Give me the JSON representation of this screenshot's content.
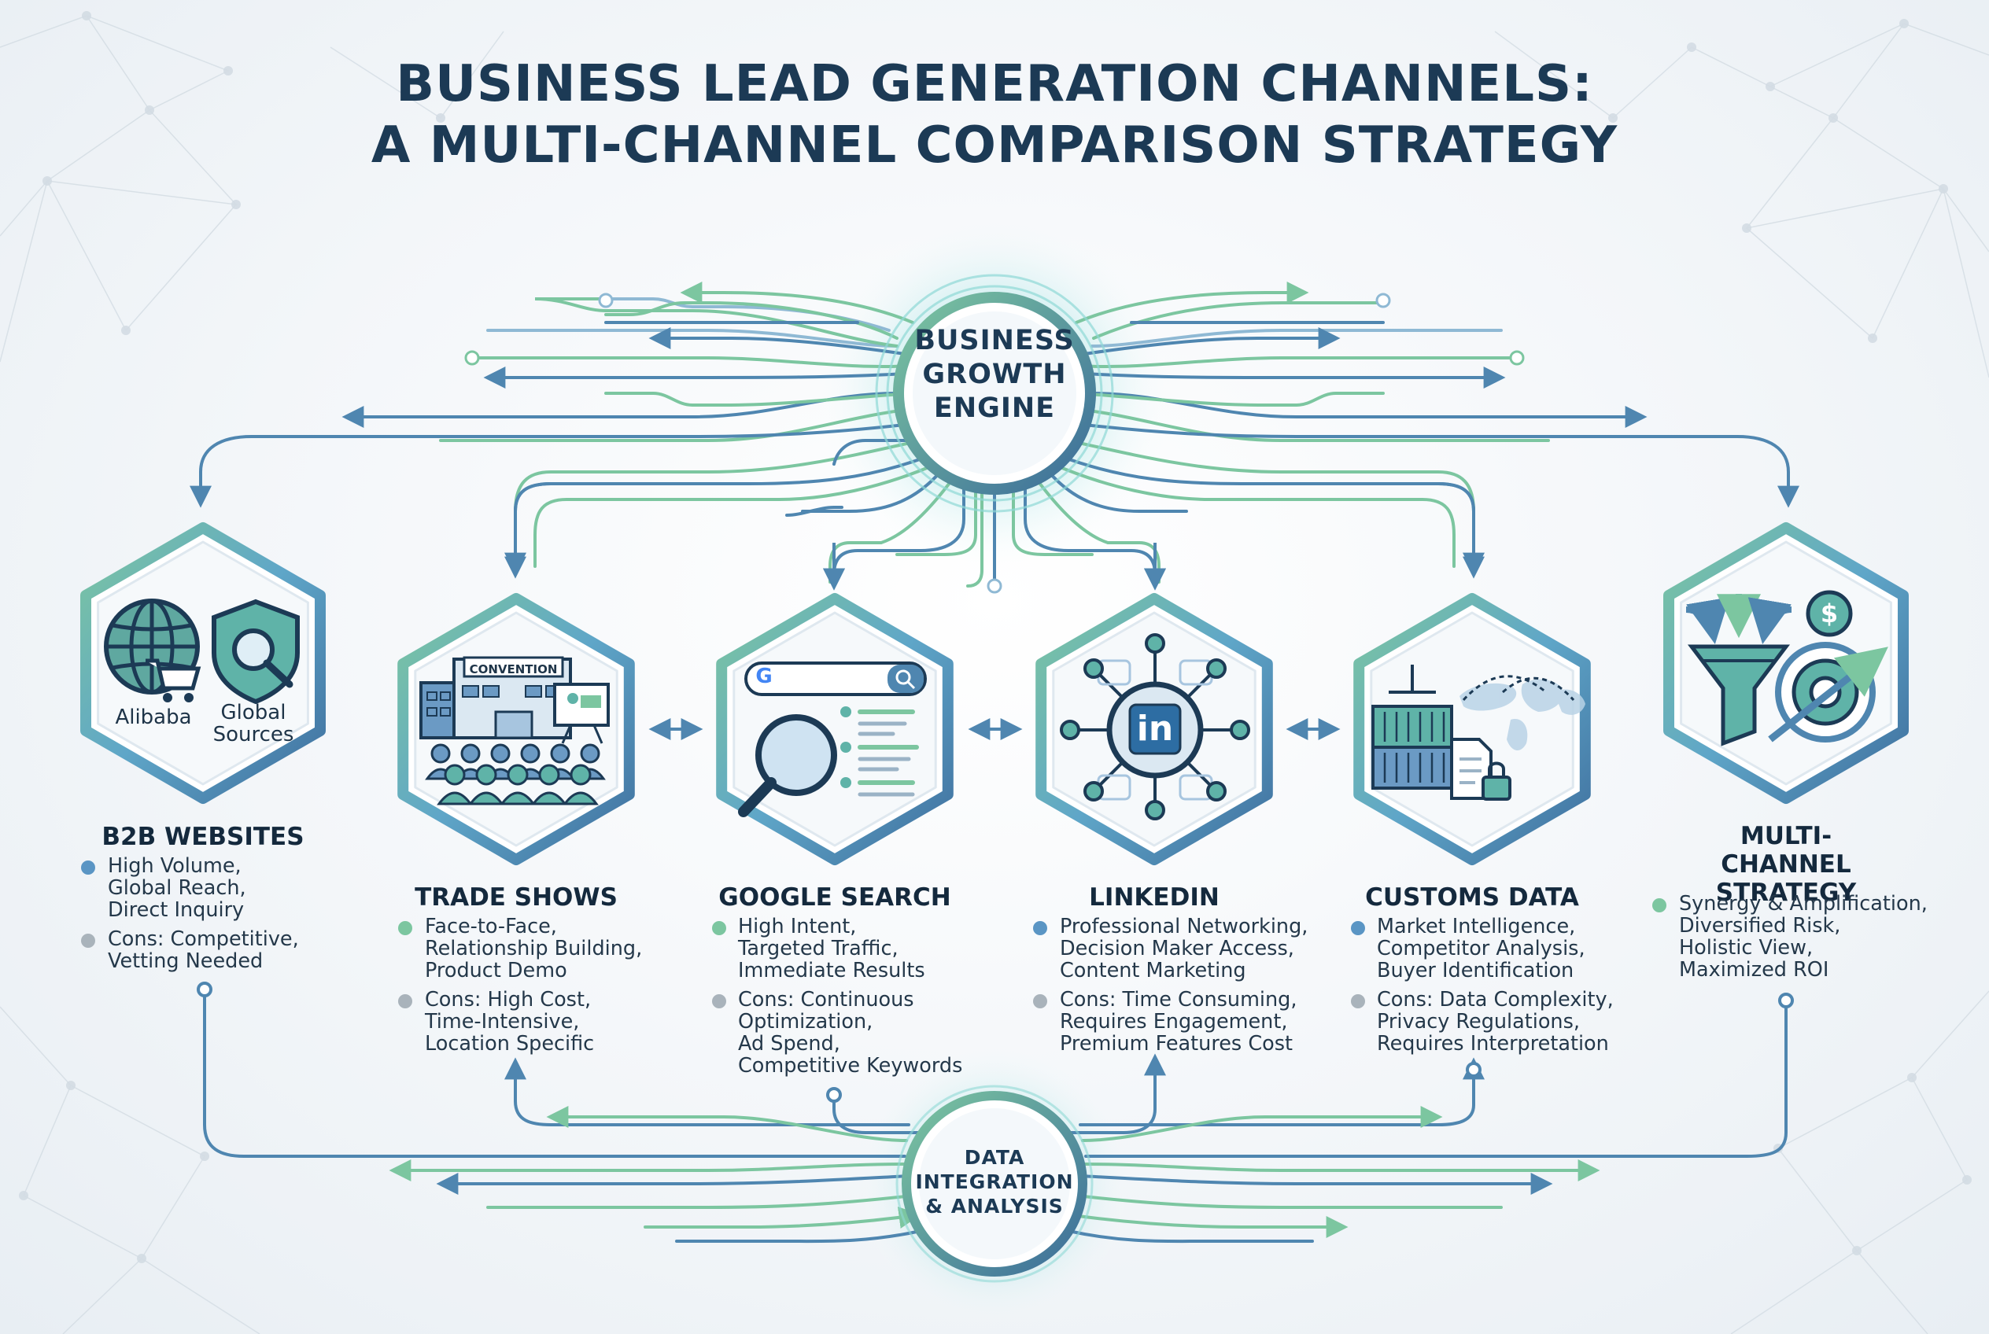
{
  "title": {
    "line1": "BUSINESS LEAD GENERATION CHANNELS:",
    "line2": "A MULTI-CHANNEL COMPARISON STRATEGY"
  },
  "hubs": {
    "top": {
      "line1": "BUSINESS",
      "line2": "GROWTH",
      "line3": "ENGINE"
    },
    "bottom": {
      "line1": "DATA",
      "line2": "INTEGRATION",
      "line3": "& ANALYSIS"
    }
  },
  "colors": {
    "navy": "#1c3a55",
    "blue": "#4a86b5",
    "green": "#7cc6a0",
    "teal": "#5fb3a8",
    "gray_dot": "#a9b3bb",
    "blue_dot": "#5a95c4",
    "green_dot": "#7cc6a0"
  },
  "channels": [
    {
      "title": "B2B WEBSITES",
      "icons": [
        "globe-cart-icon",
        "shield-search-icon"
      ],
      "icon_labels": [
        "Alibaba",
        "Global\nSources"
      ],
      "pros": "High Volume,\nGlobal Reach,\nDirect Inquiry",
      "cons": "Cons: Competitive,\nVetting Needed"
    },
    {
      "title": "TRADE SHOWS",
      "icons": [
        "convention-center-icon"
      ],
      "icon_labels": [
        "CONVENTION"
      ],
      "pros": "Face-to-Face,\nRelationship Building,\nProduct Demo",
      "cons": "Cons: High Cost,\nTime-Intensive,\nLocation Specific"
    },
    {
      "title": "GOOGLE SEARCH",
      "icons": [
        "search-results-icon"
      ],
      "icon_labels": [
        "G"
      ],
      "pros": "High Intent,\nTargeted Traffic,\nImmediate Results",
      "cons": "Cons: Continuous\nOptimization,\nAd Spend,\nCompetitive Keywords"
    },
    {
      "title": "LINKEDIN",
      "icons": [
        "linkedin-network-icon"
      ],
      "icon_labels": [
        "in"
      ],
      "pros": "Professional Networking,\nDecision Maker Access,\nContent Marketing",
      "cons": "Cons: Time Consuming,\nRequires Engagement,\nPremium Features Cost"
    },
    {
      "title": "CUSTOMS DATA",
      "icons": [
        "container-map-icon"
      ],
      "icon_labels": [],
      "pros": "Market Intelligence,\nCompetitor Analysis,\nBuyer Identification",
      "cons": "Cons: Data Complexity,\nPrivacy Regulations,\nRequires Interpretation"
    },
    {
      "title": "MULTI-CHANNEL\nSTRATEGY",
      "icons": [
        "funnel-target-icon"
      ],
      "icon_labels": [
        "$"
      ],
      "pros": "Synergy & Amplification,\nDiversified Risk,\nHolistic View,\nMaximized ROI",
      "cons": ""
    }
  ]
}
